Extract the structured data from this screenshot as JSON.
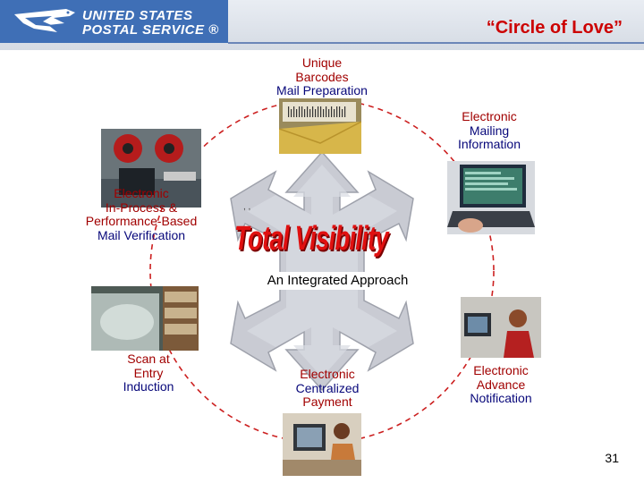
{
  "header": {
    "logo_line1": "UNITED STATES",
    "logo_line2": "POSTAL SERVICE ®",
    "title": "“Circle of Love”"
  },
  "diagram": {
    "center_title": "Total Visibility",
    "center_subtitle": "An Integrated Approach",
    "nodes": [
      {
        "id": "top",
        "lines": [
          "Unique",
          "Barcodes",
          "Mail Preparation"
        ]
      },
      {
        "id": "top-right",
        "lines": [
          "Electronic",
          "Mailing",
          "Information"
        ]
      },
      {
        "id": "left",
        "lines": [
          "Electronic",
          "In-Process &",
          "Performance-Based",
          "Mail Verification"
        ]
      },
      {
        "id": "bottom-left",
        "lines": [
          "Scan at",
          "Entry",
          "Induction"
        ]
      },
      {
        "id": "bottom",
        "lines": [
          "Electronic",
          "Centralized",
          "Payment"
        ]
      },
      {
        "id": "bottom-right",
        "lines": [
          "Electronic",
          "Advance",
          "Notification"
        ]
      }
    ],
    "photos": [
      "barcode-envelope-photo",
      "laptop-photo",
      "sorting-machine-photo",
      "mail-trays-photo",
      "office-worker-photo",
      "computer-desk-photo"
    ],
    "colors": {
      "red_text": "#a10000",
      "blue_text": "#07077a",
      "arrow": "#c8cad2",
      "ring": "#cc2020",
      "title": "#cc0000"
    }
  },
  "footer": {
    "page_number": "31"
  }
}
